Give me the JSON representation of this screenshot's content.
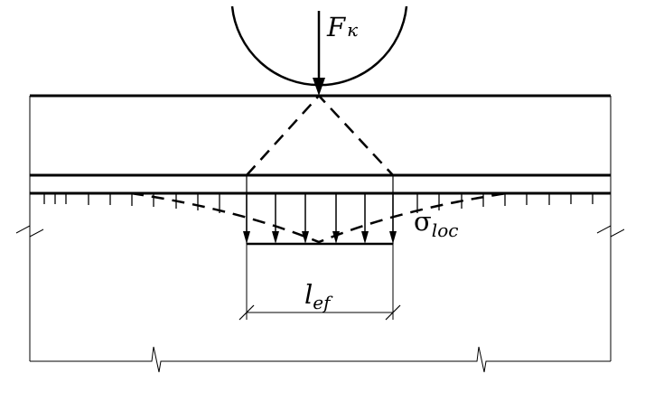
{
  "labels": {
    "force_main": "F",
    "force_sub": "к",
    "stress_main": "σ",
    "stress_sub": "loc",
    "length_main": "l",
    "length_sub": "ef"
  },
  "colors": {
    "line": "#000000",
    "background": "#ffffff"
  }
}
